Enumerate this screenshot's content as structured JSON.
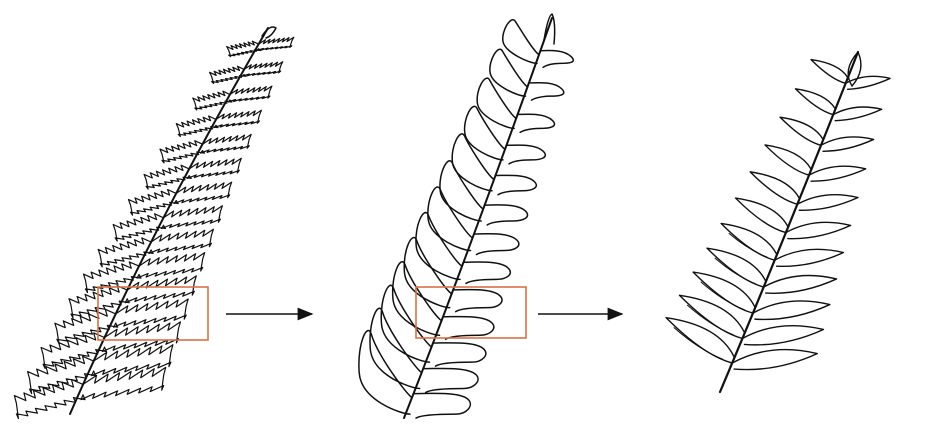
{
  "colors": {
    "ink": "#111111",
    "highlight": "#d9714a",
    "background": "#ffffff"
  },
  "panels": [
    {
      "name": "detailed-fern",
      "style": "serrated-pinnae",
      "highlight_box": true
    },
    {
      "name": "simplified-fern",
      "style": "lobed-outline",
      "highlight_box": true
    },
    {
      "name": "stylized-fern",
      "style": "leaf-shapes",
      "highlight_box": false
    }
  ],
  "arrows": [
    {
      "from": "detailed-fern",
      "to": "simplified-fern",
      "icon": "right-arrow-icon"
    },
    {
      "from": "simplified-fern",
      "to": "stylized-fern",
      "icon": "right-arrow-icon"
    }
  ]
}
